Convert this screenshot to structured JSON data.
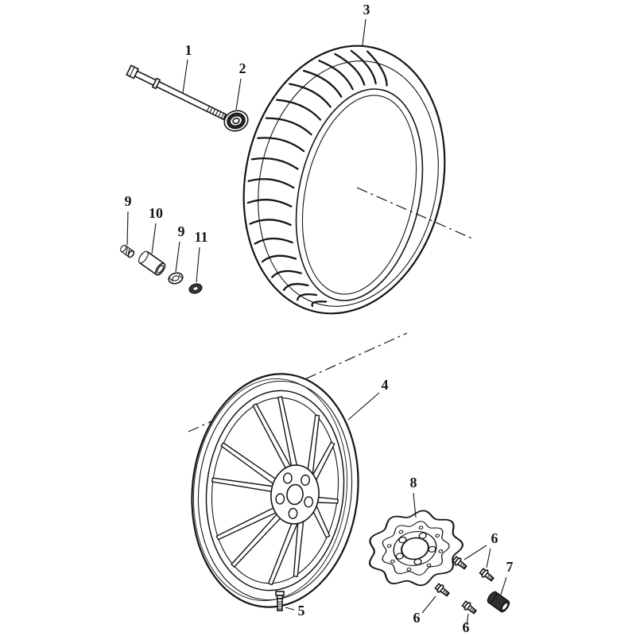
{
  "figure": {
    "background": "#ffffff",
    "line_color": "#151515"
  },
  "callouts": [
    {
      "label": "1"
    },
    {
      "label": "2"
    },
    {
      "label": "3"
    },
    {
      "label": "4"
    },
    {
      "label": "5"
    },
    {
      "label": "6"
    },
    {
      "label": "7"
    },
    {
      "label": "8"
    },
    {
      "label": "9"
    },
    {
      "label": "10"
    },
    {
      "label": "9"
    },
    {
      "label": "11"
    },
    {
      "label": "6"
    },
    {
      "label": "6"
    }
  ]
}
